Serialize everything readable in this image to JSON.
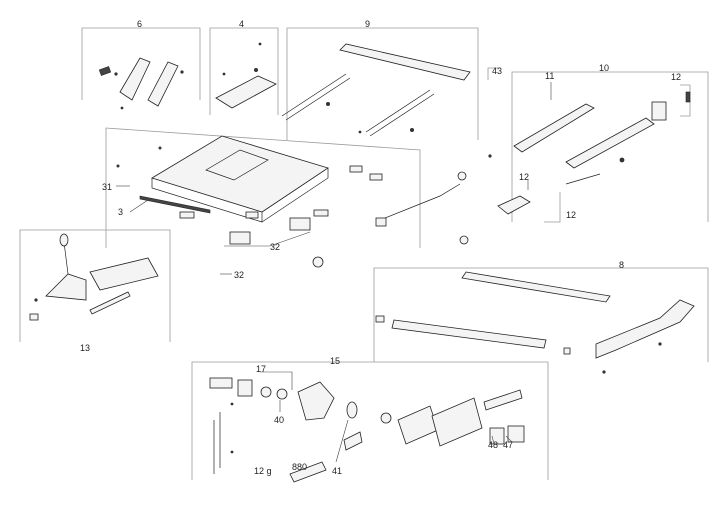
{
  "labels": {
    "group_6": "6",
    "group_4": "4",
    "group_9": "9",
    "group_43": "43",
    "group_10": "10",
    "group_11": "11",
    "group_12_top": "12",
    "group_12_mid": "12",
    "group_12_right": "12",
    "group_31": "31",
    "group_3": "3",
    "group_32_center": "32",
    "group_32_lower": "32",
    "group_8": "8",
    "group_13": "13",
    "group_15": "15",
    "group_17": "17",
    "group_40": "40",
    "group_41": "41",
    "group_48": "48",
    "group_47": "47",
    "grease_qty": "12 g",
    "grease_code": "880"
  }
}
